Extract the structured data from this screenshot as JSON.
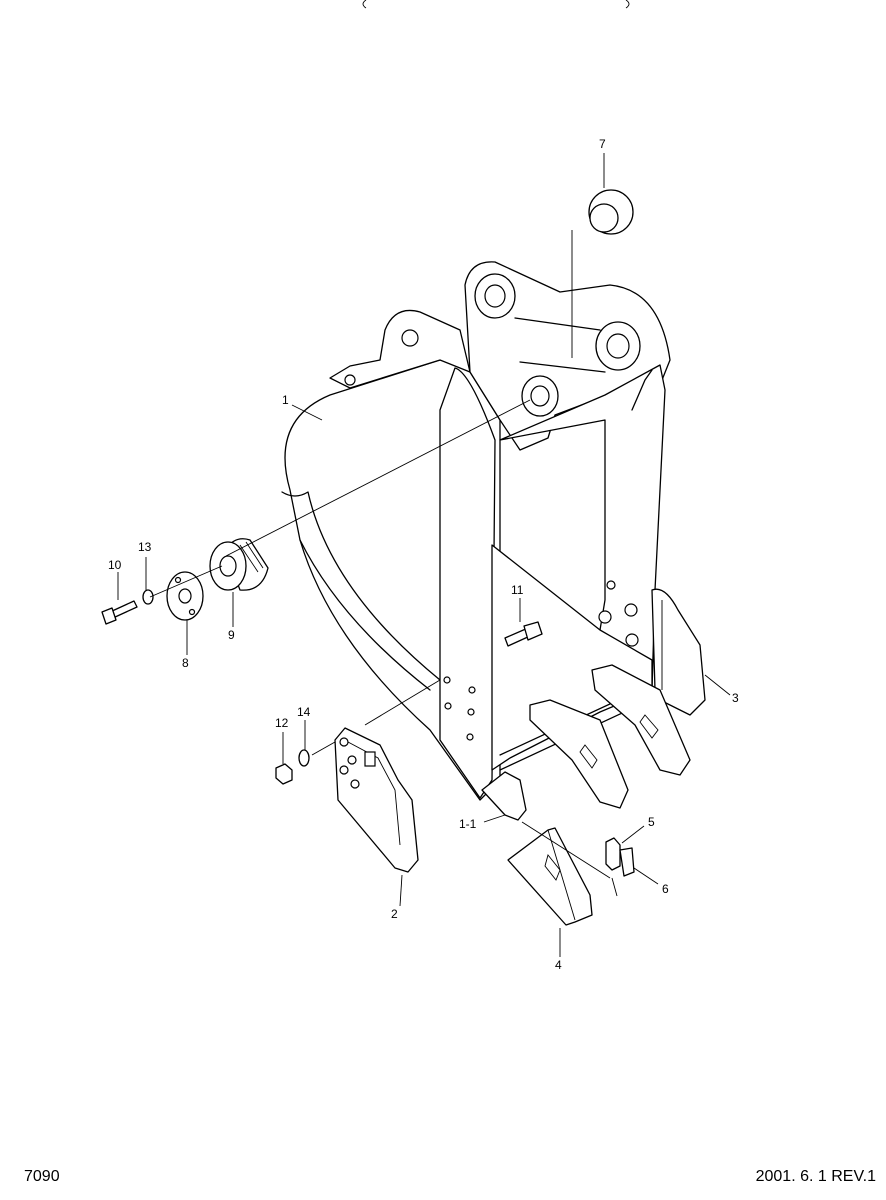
{
  "labels": {
    "p1": "1",
    "p1_1": "1-1",
    "p2": "2",
    "p3": "3",
    "p4": "4",
    "p5": "5",
    "p6": "6",
    "p7": "7",
    "p8": "8",
    "p9": "9",
    "p10": "10",
    "p11": "11",
    "p12": "12",
    "p13": "13",
    "p14": "14"
  },
  "footer": {
    "sheet_number": "7090",
    "revision": "2001. 6. 1 REV.1"
  }
}
